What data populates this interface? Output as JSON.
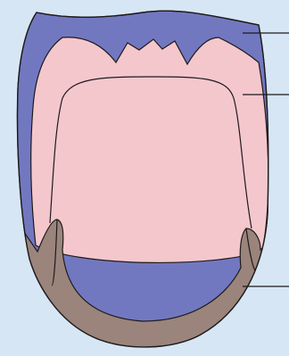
{
  "colors": {
    "background": "#d6e6f5",
    "outer_layer": "#7278c0",
    "inner_surface": "#f4c7cd",
    "base_band": "#9a847c",
    "outline": "#1e1a1a"
  },
  "parts": [
    {
      "name": "outer-layer",
      "label": ""
    },
    {
      "name": "inner-surface",
      "label": ""
    },
    {
      "name": "base-band",
      "label": ""
    }
  ],
  "icon": "pointer-lines"
}
